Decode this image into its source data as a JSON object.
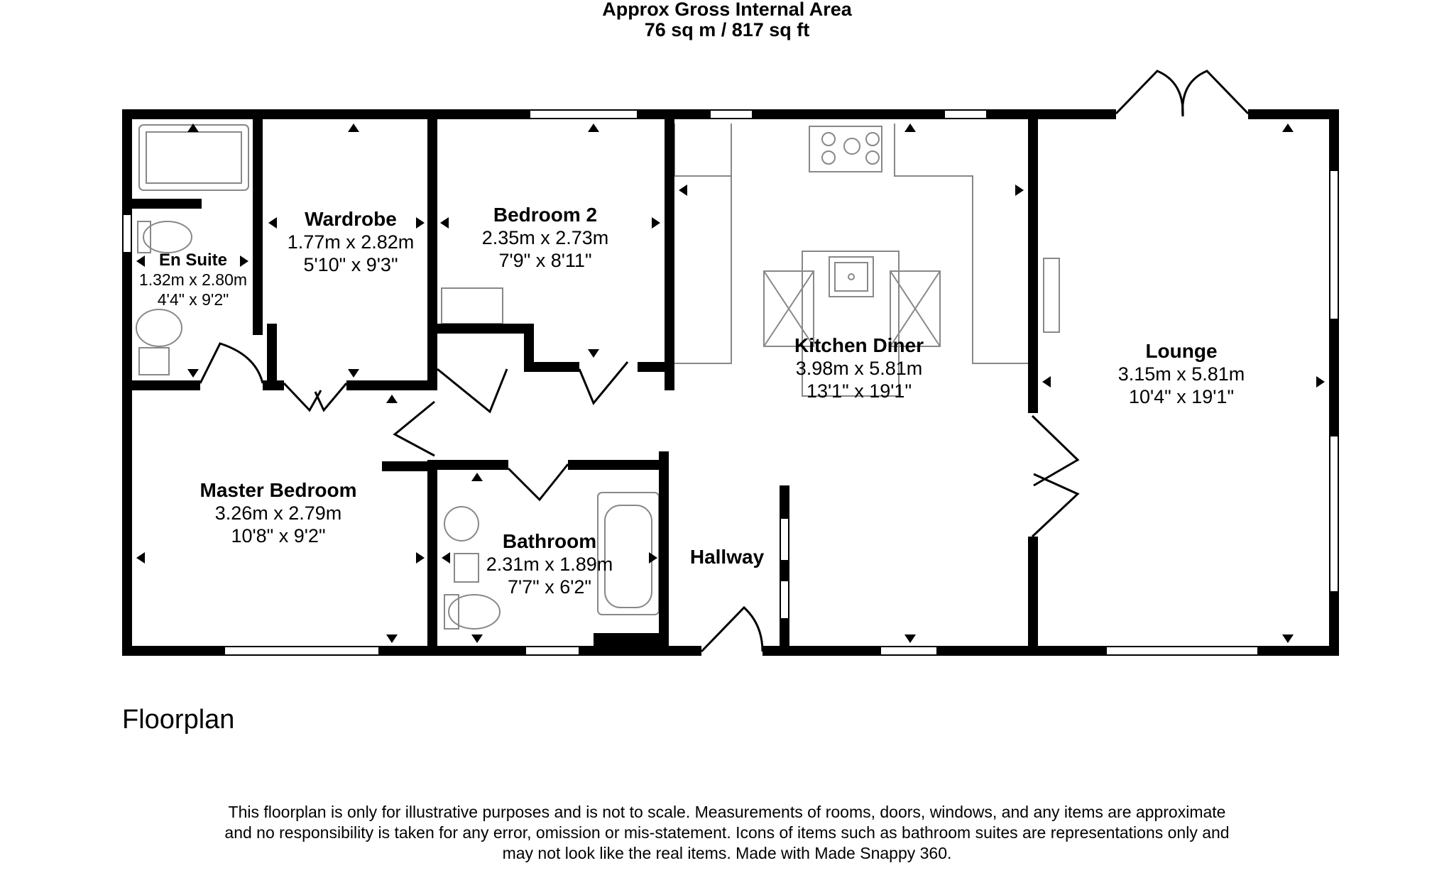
{
  "header": {
    "title": "Approx Gross Internal Area",
    "area": "76 sq m / 817 sq ft"
  },
  "rooms": {
    "en_suite": {
      "name": "En Suite",
      "metric": "1.32m x 2.80m",
      "imperial": "4'4\" x 9'2\""
    },
    "wardrobe": {
      "name": "Wardrobe",
      "metric": "1.77m x 2.82m",
      "imperial": "5'10\" x 9'3\""
    },
    "bedroom_2": {
      "name": "Bedroom 2",
      "metric": "2.35m x 2.73m",
      "imperial": "7'9\" x 8'11\""
    },
    "kitchen_diner": {
      "name": "Kitchen Diner",
      "metric": "3.98m x 5.81m",
      "imperial": "13'1\" x 19'1\""
    },
    "lounge": {
      "name": "Lounge",
      "metric": "3.15m x 5.81m",
      "imperial": "10'4\" x 19'1\""
    },
    "master_bedroom": {
      "name": "Master Bedroom",
      "metric": "3.26m x 2.79m",
      "imperial": "10'8\" x 9'2\""
    },
    "bathroom": {
      "name": "Bathroom",
      "metric": "2.31m x 1.89m",
      "imperial": "7'7\" x 6'2\""
    },
    "hallway": {
      "name": "Hallway"
    }
  },
  "section_label": "Floorplan",
  "disclaimer": [
    "This floorplan is only for illustrative purposes and is not to scale. Measurements of rooms, doors, windows, and any items are approximate",
    "and no responsibility is taken for any error, omission or mis-statement. Icons of items such as bathroom suites are representations only and",
    "may not look like the real items. Made with Made Snappy 360."
  ],
  "colors": {
    "wall": "#000000",
    "fixture": "#888888",
    "background": "#ffffff"
  }
}
